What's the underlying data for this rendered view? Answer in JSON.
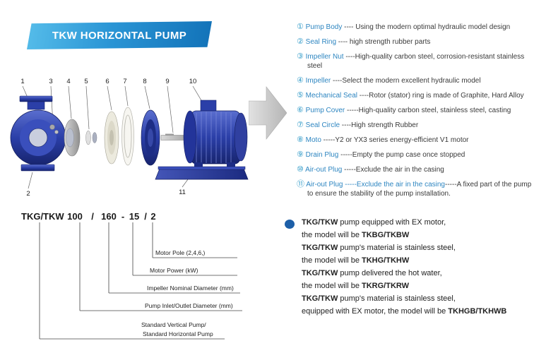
{
  "banner": {
    "title": "TKW HORIZONTAL PUMP"
  },
  "diagram": {
    "labels": [
      "1",
      "3",
      "4",
      "5",
      "6",
      "7",
      "8",
      "9",
      "10",
      "2",
      "11"
    ]
  },
  "parts": [
    {
      "num": "①",
      "name": "Pump Body",
      "desc": " ---- Using the modern optimal hydraulic model design"
    },
    {
      "num": "②",
      "name": "Seal Ring",
      "desc": " ---- high strength rubber parts"
    },
    {
      "num": "③",
      "name": "Impeller Nut",
      "desc": " ----High-quality carbon steel, corrosion-resistant stainless steel"
    },
    {
      "num": "④",
      "name": "Impeller",
      "desc": " ----Select the modern excellent hydraulic model"
    },
    {
      "num": "⑤",
      "name": "Mechanical Seal",
      "desc": " ----Rotor (stator) ring is made of Graphite, Hard Alloy"
    },
    {
      "num": "⑥",
      "name": "Pump Cover",
      "desc": " -----High-quality carbon steel, stainless steel, casting"
    },
    {
      "num": "⑦",
      "name": "Seal Circle",
      "desc": " ----High strength Rubber"
    },
    {
      "num": "⑧",
      "name": "Moto",
      "desc": " -----Y2 or YX3 series energy-efficient V1 motor"
    },
    {
      "num": "⑨",
      "name": "Drain Plug",
      "desc": " -----Empty the pump case once stopped"
    },
    {
      "num": "⑩",
      "name": "Air-out Plug",
      "desc": " -----Exclude the air in the casing"
    },
    {
      "num": "⑪",
      "name": "Air-out Plug",
      "desc_blue": " -----Exclude the air in the casing",
      "desc": "-----A fixed part of the pump to ensure the stability of the pump installation."
    }
  ],
  "model": {
    "code": [
      "TKG/TKW",
      "100",
      "/",
      "160",
      "-",
      "15",
      "/",
      "2"
    ],
    "labels": [
      "Motor Pole (2,4,6,)",
      "Motor Power  (kW)",
      "Impeller Nominal Diameter (mm)",
      "Pump Inlet/Outlet Diameter (mm)",
      "Standard Vertical Pump/",
      "Standard  Horizontal Pump"
    ]
  },
  "notes": [
    {
      "prefix": "TKG/TKW",
      "line1": " pump equipped with EX motor,",
      "line2_pre": "the model will be ",
      "model": "TKBG/TKBW"
    },
    {
      "prefix": "TKG/TKW",
      "line1": " pump's material is stainless steel,",
      "line2_pre": "the model will be ",
      "model": "TKHG/TKHW"
    },
    {
      "prefix": "TKG/TKW",
      "line1": " pump delivered the hot water,",
      "line2_pre": "the model will be ",
      "model": "TKRG/TKRW"
    },
    {
      "prefix": "TKG/TKW",
      "line1": " pump's material is stainless steel,",
      "line2_pre": "equipped with EX motor, the model will be ",
      "model": "TKHGB/TKHWB"
    }
  ],
  "colors": {
    "accent_blue": "#2f9ac8",
    "name_blue": "#2e86c1",
    "pump_blue": "#2b3fa8",
    "banner_from": "#56bdea",
    "banner_to": "#1272b8",
    "bullet_blue": "#1d5fa8",
    "arrow_gray": "#c9c9c9"
  }
}
